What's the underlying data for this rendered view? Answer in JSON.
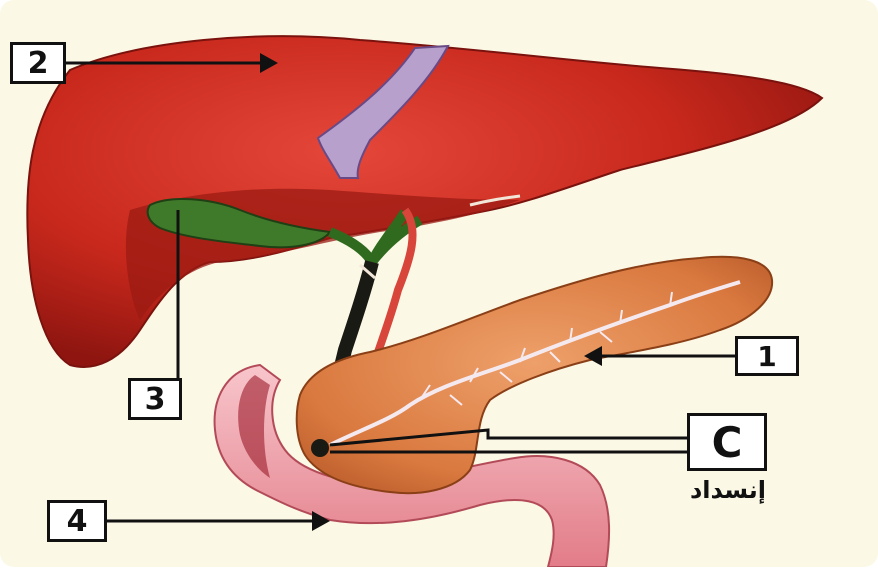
{
  "labels": {
    "one": "1",
    "two": "2",
    "three": "3",
    "four": "4",
    "c": "C"
  },
  "annotation": "إنسداد",
  "colors": {
    "background": "#fbf8e6",
    "liver": "#c8281c",
    "liver_dark": "#8e1510",
    "ligament": "#b8a0cc",
    "gallbladder": "#3f7a2a",
    "pancreas": "#e0894a",
    "duodenum": "#f0a0a8",
    "lines": "#111111"
  }
}
